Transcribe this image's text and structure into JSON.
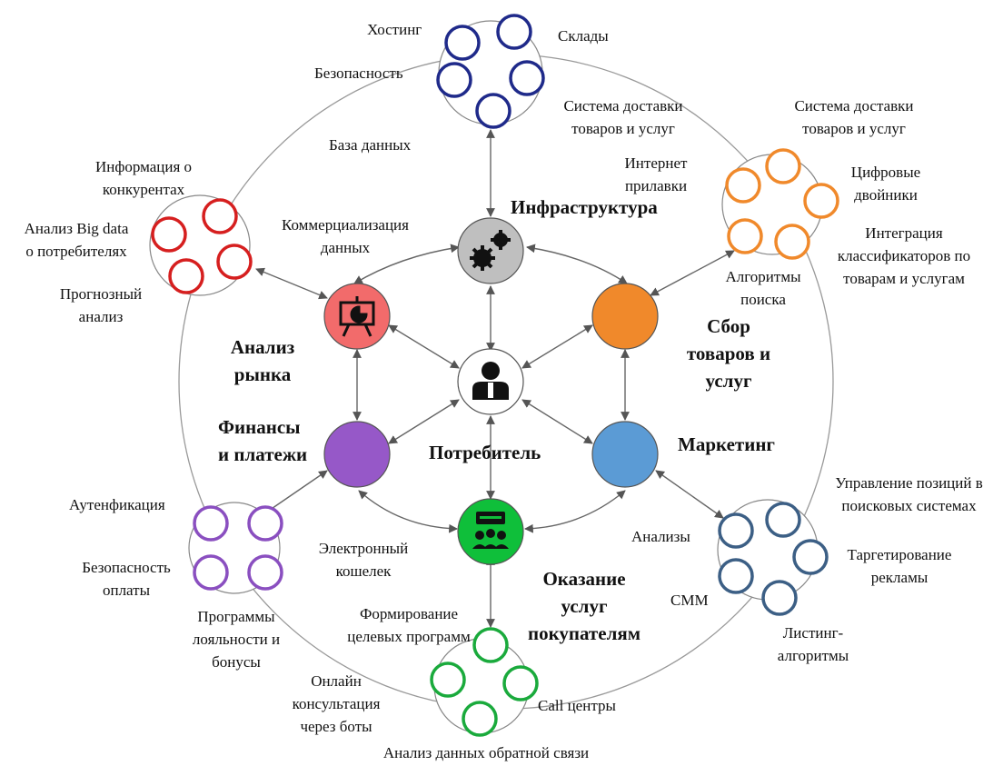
{
  "hub": {
    "infrastructure": {
      "title": "Инфраструктура",
      "satellites": [
        "Хостинг",
        "Склады",
        "Безопасность",
        "Система доставки\nтоваров и услуг",
        "База данных"
      ]
    },
    "collection": {
      "title": "Сбор\nтоваров и\nуслуг",
      "satellites": [
        "Система доставки\nтоваров и услуг",
        "Цифровые\nдвойники",
        "Интеграция\nклассификаторов по\nтоварам и услугам",
        "Алгоритмы\nпоиска",
        "Интернет\nприлавки"
      ]
    },
    "marketing": {
      "title": "Маркетинг",
      "satellites": [
        "Управление позиций в\nпоисковых системах",
        "Таргетирование\nрекламы",
        "Листинг-\nалгоритмы",
        "СММ",
        "Анализы"
      ]
    },
    "services": {
      "title": "Оказание\nуслуг\nпокупателям",
      "satellites": [
        "Формирование\nцелевых программ",
        "Call центры",
        "Анализ данных обратной связи",
        "Онлайн\nконсультация\nчерез боты"
      ]
    },
    "finance": {
      "title": "Финансы\nи платежи",
      "satellites": [
        "Аутенфикация",
        "Безопасность\nоплаты",
        "Программы\nлояльности и\nбонусы",
        "Электронный\nкошелек"
      ]
    },
    "market": {
      "title": "Анализ\nрынка",
      "satellites": [
        "Информация о\nконкурентах",
        "Анализ Big data\nо потребителях",
        "Прогнозный\nанализ",
        "Коммерциализация\nданных"
      ]
    },
    "consumer": {
      "title": "Потребитель"
    }
  },
  "colors": {
    "infrastructure": "#1f2a8a",
    "collection": "#f0892b",
    "marketing": "#3c5f85",
    "marketing_fill": "#5b9bd5",
    "services": "#1aaa3c",
    "services_fill": "#0fbf3a",
    "finance": "#8a4fc0",
    "finance_fill": "#9658c8",
    "market": "#d61f1f",
    "market_fill": "#f26b6b",
    "infra_fill": "#bfbfbf",
    "lines": "#999999",
    "arrows": "#666666"
  },
  "icons": {
    "infrastructure": "gears-icon",
    "market": "presentation-board-icon",
    "consumer": "businessman-icon",
    "services": "group-chat-icon"
  }
}
